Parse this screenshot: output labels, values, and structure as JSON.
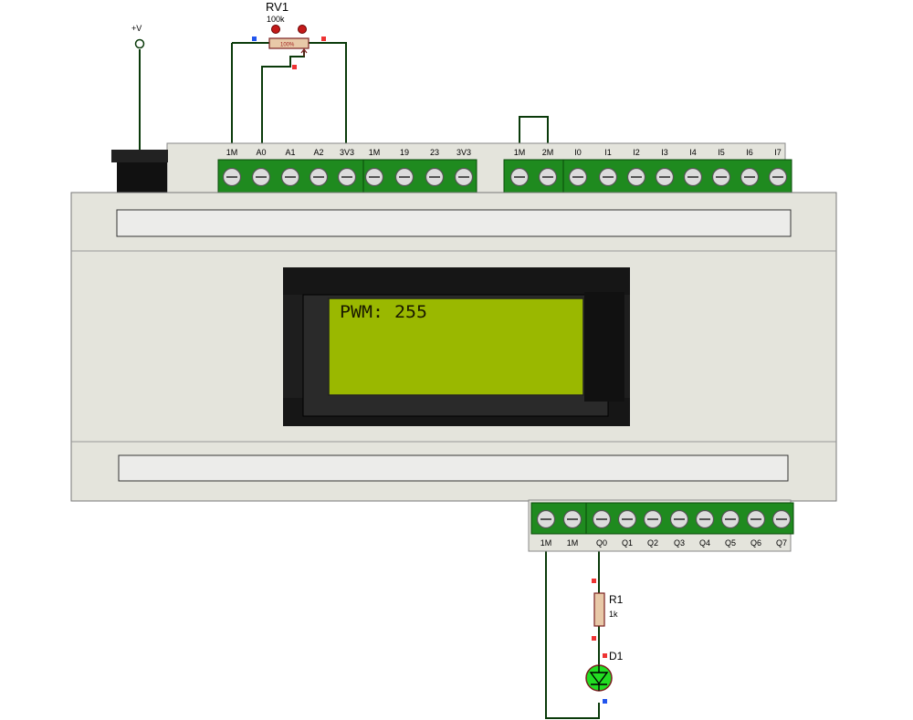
{
  "supply": {
    "label": "+V"
  },
  "potentiometer": {
    "ref": "RV1",
    "value": "100k",
    "percent_label": "100%",
    "level": 1.0
  },
  "plc": {
    "top_left_terminals": [
      "1M",
      "A0",
      "A1",
      "A2",
      "3V3",
      "1M",
      "19",
      "23",
      "3V3"
    ],
    "top_right_terminals": [
      "1M",
      "2M",
      "I0",
      "I1",
      "I2",
      "I3",
      "I4",
      "I5",
      "I6",
      "I7"
    ],
    "bottom_terminals": [
      "1M",
      "1M",
      "Q0",
      "Q1",
      "Q2",
      "Q3",
      "Q4",
      "Q5",
      "Q6",
      "Q7"
    ],
    "lcd_text": "PWM: 255"
  },
  "resistor": {
    "ref": "R1",
    "value": "1k"
  },
  "led": {
    "ref": "D1"
  },
  "colors": {
    "terminal_green": "#1f8a1f",
    "lcd_background": "#9ab800",
    "plc_body": "#e4e4dc",
    "wire": "#0a3a0a",
    "pin_red": "#ee3333",
    "pin_blue": "#2255ee",
    "led_on": "#22dd22"
  }
}
